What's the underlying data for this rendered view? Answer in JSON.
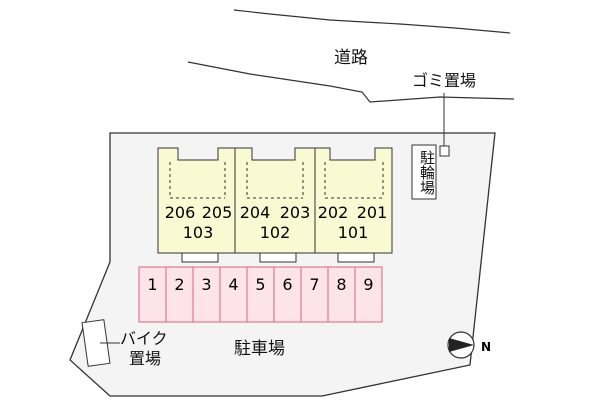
{
  "labels": {
    "road": "道路",
    "garbage": "ゴミ置場",
    "bicycle_parking": "駐輪場",
    "parking_lot": "駐車場",
    "bike_parking_line1": "バイク",
    "bike_parking_line2": "置場",
    "compass": "N"
  },
  "units": [
    {
      "upper_left": "206",
      "upper_right": "205",
      "lower": "103"
    },
    {
      "upper_left": "204",
      "upper_right": "203",
      "lower": "102"
    },
    {
      "upper_left": "202",
      "upper_right": "201",
      "lower": "101"
    }
  ],
  "parking_spaces": [
    "1",
    "2",
    "3",
    "4",
    "5",
    "6",
    "7",
    "8",
    "9"
  ],
  "colors": {
    "building_fill": "#fafad2",
    "parking_fill": "#fde4ea",
    "parking_stroke": "#d9637f",
    "lot_fill": "#f4f4f4"
  }
}
